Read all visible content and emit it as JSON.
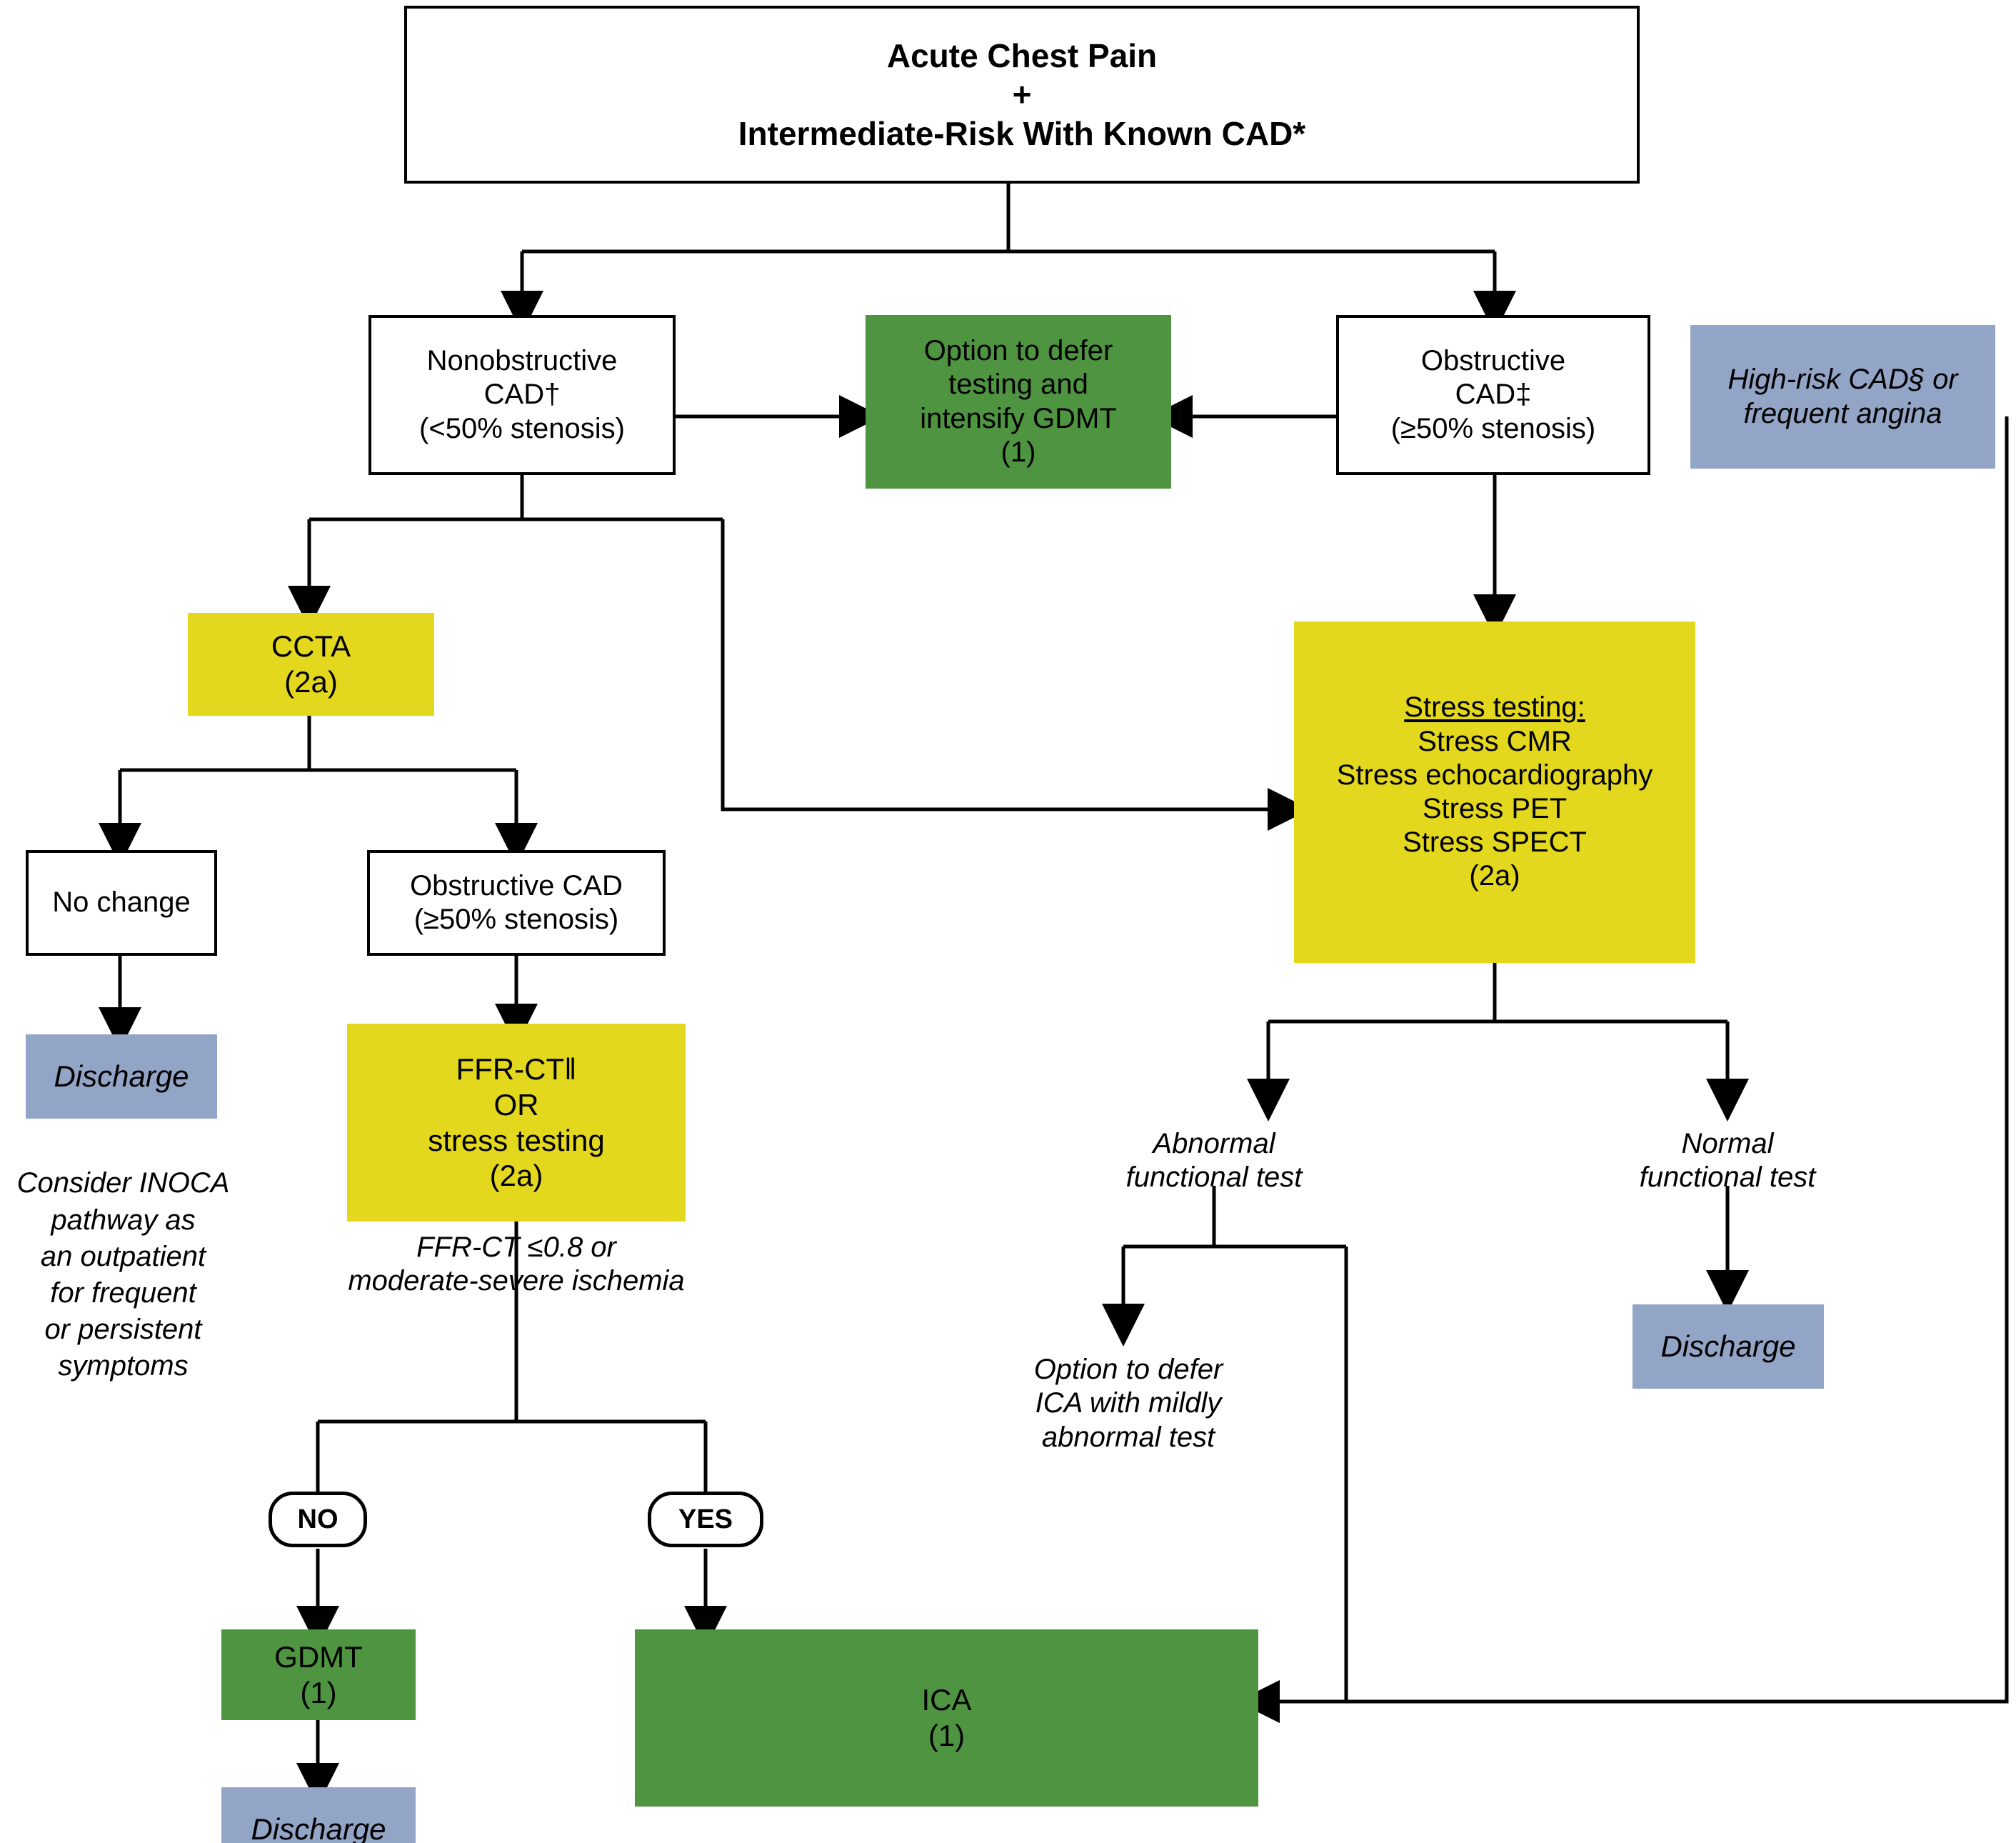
{
  "diagram": {
    "title": "Acute Chest Pain With Known CAD evaluation pathway",
    "colors": {
      "green": "#4f9440",
      "yellow": "#e3d81e",
      "blue_gray": "#93a5c6",
      "white": "#ffffff",
      "line": "#000000"
    },
    "nodes": {
      "root": {
        "line1": "Acute Chest Pain",
        "line2": "+",
        "line3": "Intermediate-Risk With Known CAD*"
      },
      "nonobstructive": {
        "line1": "Nonobstructive",
        "line2": "CAD†",
        "line3": "(<50% stenosis)"
      },
      "defer_gdmt": {
        "line1": "Option to defer",
        "line2": "testing and",
        "line3": "intensify GDMT",
        "line4": "(1)"
      },
      "obstructive": {
        "line1": "Obstructive",
        "line2": "CAD‡",
        "line3": "(≥50% stenosis)"
      },
      "high_risk": {
        "line1": "High-risk CAD§ or",
        "line2": "frequent angina"
      },
      "ccta": {
        "line1": "CCTA",
        "line2": "(2a)"
      },
      "stress_testing": {
        "heading": "Stress testing:",
        "line1": "Stress CMR",
        "line2": "Stress echocardiography",
        "line3": "Stress PET",
        "line4": "Stress SPECT",
        "line5": "(2a)"
      },
      "no_change": {
        "line1": "No change"
      },
      "obstructive_cad_2": {
        "line1": "Obstructive CAD",
        "line2": "(≥50% stenosis)"
      },
      "discharge_left": {
        "line1": "Discharge"
      },
      "inoca_note": {
        "line1": "Consider INOCA",
        "line2": "pathway as",
        "line3": "an outpatient",
        "line4": "for frequent",
        "line5": "or persistent",
        "line6": "symptoms"
      },
      "ffr_ct": {
        "line1": "FFR-CT‖",
        "line2": "OR",
        "line3": "stress testing",
        "line4": "(2a)"
      },
      "ffr_criteria": {
        "line1": "FFR-CT ≤0.8 or",
        "line2": "moderate-severe ischemia"
      },
      "abnormal_test": {
        "line1": "Abnormal",
        "line2": "functional test"
      },
      "normal_test": {
        "line1": "Normal",
        "line2": "functional test"
      },
      "defer_ica": {
        "line1": "Option to defer",
        "line2": "ICA with mildly",
        "line3": "abnormal test"
      },
      "discharge_right": {
        "line1": "Discharge"
      },
      "label_no": {
        "text": "NO"
      },
      "label_yes": {
        "text": "YES"
      },
      "gdmt": {
        "line1": "GDMT",
        "line2": "(1)"
      },
      "discharge_bottom": {
        "line1": "Discharge"
      },
      "ica": {
        "line1": "ICA",
        "line2": "(1)"
      }
    }
  }
}
